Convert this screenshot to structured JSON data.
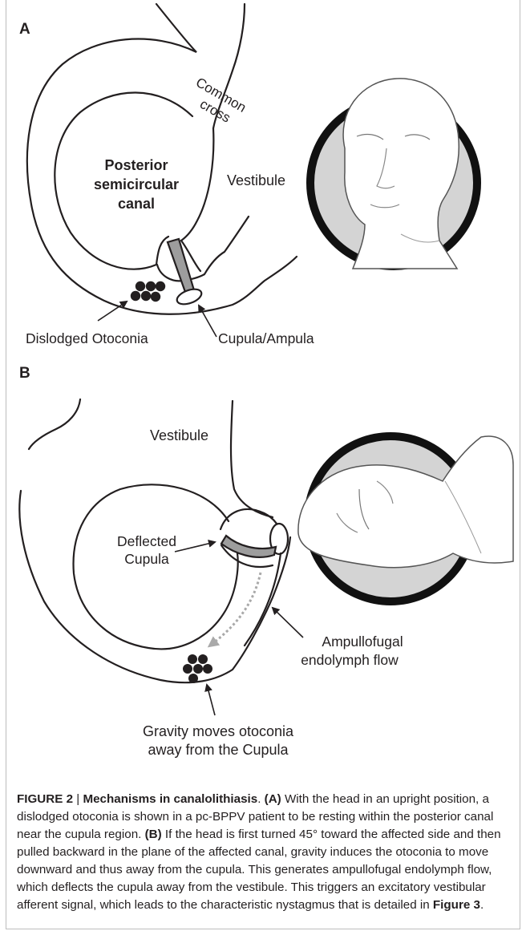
{
  "panel_a": {
    "letter": "A",
    "labels": {
      "common_cross_1": "Common",
      "common_cross_2": "cross",
      "canal_1": "Posterior",
      "canal_2": "semicircular",
      "canal_3": "canal",
      "vestibule": "Vestibule",
      "otoconia": "Dislodged Otoconia",
      "cupula": "Cupula/Ampula"
    }
  },
  "panel_b": {
    "letter": "B",
    "labels": {
      "vestibule": "Vestibule",
      "deflected_1": "Deflected",
      "deflected_2": "Cupula",
      "flow_1": "Ampullofugal",
      "flow_2": "endolymph flow",
      "gravity_1": "Gravity moves otoconia",
      "gravity_2": "away from the Cupula"
    }
  },
  "caption": {
    "fig_label": "FIGURE 2",
    "sep": " | ",
    "title": "Mechanisms in canalolithiasis",
    "after_title": ". ",
    "a_label": "(A)",
    "a_text": " With the head in an upright position, a dislodged otoconia is shown in a pc-BPPV patient to be resting within the posterior canal near the cupula region. ",
    "b_label": "(B)",
    "b_text": " If the head is first turned 45° toward the affected side and then pulled backward in the plane of the affected canal, gravity induces the otoconia to move downward and thus away from the cupula. This generates ampullofugal endolymph flow, which deflects the cupula away from the vestibule. This triggers an excitatory vestibular afferent signal, which leads to the characteristic nystagmus that is detailed in ",
    "fig_ref": "Figure 3",
    "end": "."
  }
}
